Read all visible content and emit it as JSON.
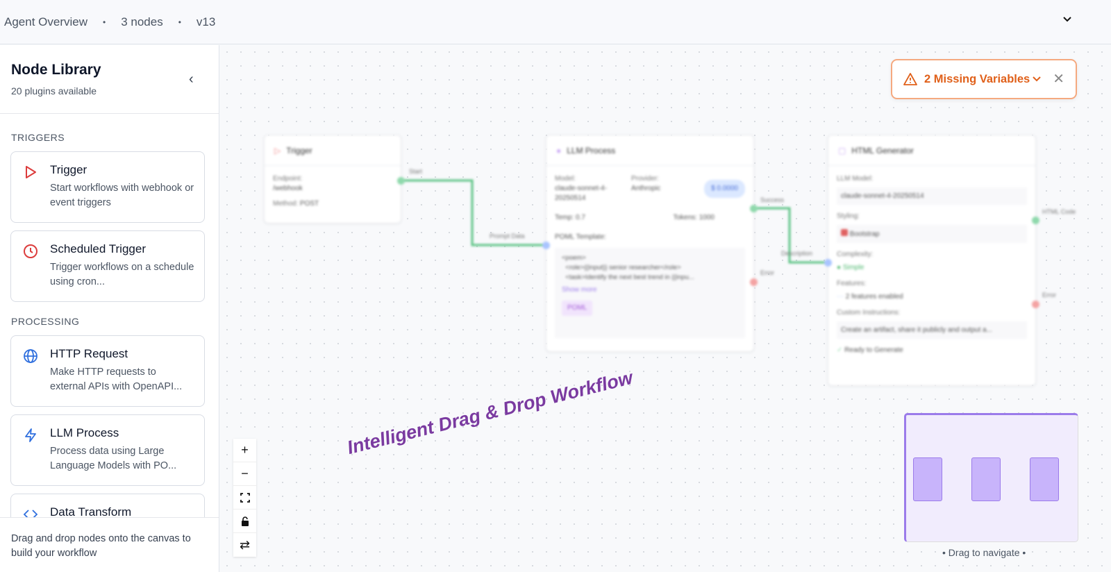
{
  "header": {
    "title": "Agent Overview",
    "nodes": "3 nodes",
    "version": "v13"
  },
  "sidebar": {
    "title": "Node Library",
    "subtitle": "20 plugins available",
    "sections": [
      {
        "label": "TRIGGERS",
        "items": [
          {
            "title": "Trigger",
            "desc": "Start workflows with webhook or event triggers",
            "icon": "play-icon",
            "color": "#dc3c3c"
          },
          {
            "title": "Scheduled Trigger",
            "desc": "Trigger workflows on a schedule using cron...",
            "icon": "clock-icon",
            "color": "#dc3c3c"
          }
        ]
      },
      {
        "label": "PROCESSING",
        "items": [
          {
            "title": "HTTP Request",
            "desc": "Make HTTP requests to external APIs with OpenAPI...",
            "icon": "globe-icon",
            "color": "#2f6fde"
          },
          {
            "title": "LLM Process",
            "desc": "Process data using Large Language Models with PO...",
            "icon": "lightning-icon",
            "color": "#2f6fde"
          },
          {
            "title": "Data Transform",
            "icon": "code-icon",
            "color": "#2f6fde"
          }
        ]
      }
    ],
    "footer": "Drag and drop nodes onto the canvas to build your workflow"
  },
  "canvas": {
    "alert": "2 Missing Variables",
    "overlay_text": "Intelligent Drag & Drop Workflow",
    "minimap_caption": "• Drag to navigate •",
    "nodes": {
      "trigger": {
        "title": "Trigger",
        "endpoint_label": "Endpoint:",
        "endpoint": "/webhook",
        "method_label": "Method:",
        "method": "POST",
        "out": "Start"
      },
      "llm": {
        "title": "LLM Process",
        "model_label": "Model:",
        "model": "claude-sonnet-4-20250514",
        "provider_label": "Provider:",
        "provider": "Anthropic",
        "cost": "$ 0.0000",
        "temp": "Temp: 0.7",
        "tokens": "Tokens: 1000",
        "template_label": "POML Template:",
        "template": "<poem>\n  <role>{{input}} senior researcher</role>\n  <task>Identify the next best trend in {{inpu...",
        "show_more": "Show more",
        "badge": "POML",
        "in": "Prompt Data",
        "out_success": "Success",
        "out_error": "Error"
      },
      "html": {
        "title": "HTML Generator",
        "model_label": "LLM Model:",
        "model": "claude-sonnet-4-20250514",
        "styling_label": "Styling:",
        "styling": "Bootstrap",
        "complexity_label": "Complexity:",
        "complexity": "Simple",
        "features_label": "Features:",
        "features": "2 features enabled",
        "instructions_label": "Custom Instructions:",
        "instructions": "Create an artifact, share it publicly and output a...",
        "status": "Ready to Generate",
        "in": "Description",
        "out": "HTML Code",
        "out_error": "Error"
      }
    }
  },
  "colors": {
    "accent": "#7a3aa0",
    "warning": "#e0601a",
    "edge": "#58c281"
  }
}
